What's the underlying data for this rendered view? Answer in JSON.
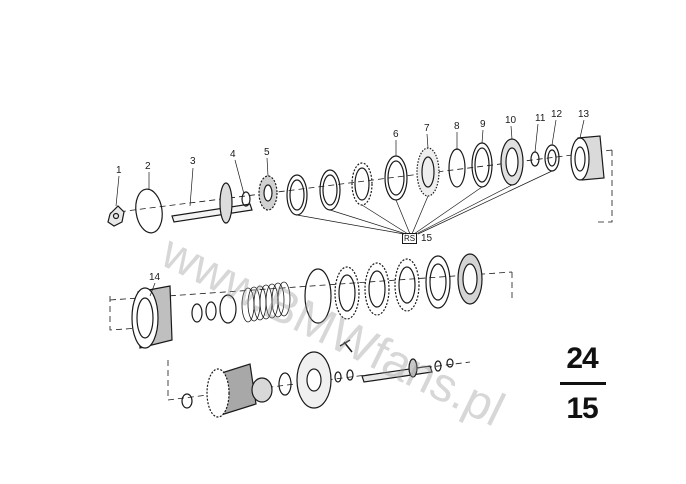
{
  "watermark": "www.BMWfans.pl",
  "callouts": [
    "1",
    "2",
    "3",
    "4",
    "5",
    "6",
    "7",
    "8",
    "9",
    "10",
    "11",
    "12",
    "13",
    "14"
  ],
  "reference": {
    "code": "RS",
    "number": "15"
  },
  "page": {
    "top": "24",
    "bottom": "15"
  },
  "colors": {
    "ink": "#1a1a1a",
    "watermark": "#969696"
  }
}
